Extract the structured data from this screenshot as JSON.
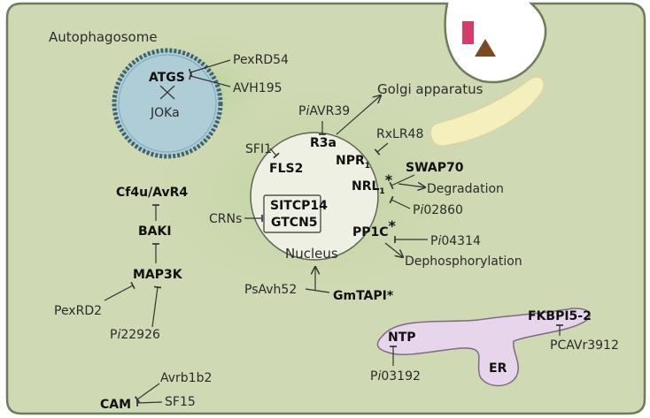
{
  "compartments": {
    "autophagosome": "Autophagosome",
    "golgi": "Golgi apparatus",
    "nucleus": "Nucleus",
    "er": "ER"
  },
  "autophagosome_labels": {
    "atgs": "ATGS",
    "jokA": "JOKa",
    "pexrd54": "PexRD54",
    "avh195": "AVH195"
  },
  "nucleus_labels": {
    "piavr39_pre": "P",
    "piavr39_italic": "i",
    "piavr39_post": "AVR39",
    "r3a": "R3a",
    "rxlr48": "RxLR48",
    "sfi1": "SFI1",
    "fls2": "FLS2",
    "npr1_main": "NPR",
    "npr1_sub": "1",
    "swap70": "SWAP70",
    "nrl1_main": "NRL",
    "nrl1_sub": "1",
    "nrl1_star": "*",
    "degradation": "Degradation",
    "pi02860_pre": "P",
    "pi02860_italic": "i",
    "pi02860_post": "02860",
    "sitcp14": "SITCP14",
    "gtcn5": "GTCN5",
    "crns": "CRNs",
    "pp1c": "PP1C",
    "pp1c_star": "*",
    "pi04314_pre": "P",
    "pi04314_italic": "i",
    "pi04314_post": "04314",
    "dephosphorylation": "Dephosphorylation",
    "psavh52": "PsAvh52",
    "gmtapi": "GmTAPI*"
  },
  "left_pathway": {
    "cf4u_avr4": "Cf4u/AvR4",
    "baki": "BAKI",
    "map3k": "MAP3K",
    "pexrd2": "PexRD2",
    "pi22926_pre": "P",
    "pi22926_italic": "i",
    "pi22926_post": "22926"
  },
  "cam_group": {
    "cam": "CAM",
    "avrb1b2": "Avrb1b2",
    "sf15": "SF15"
  },
  "er_labels": {
    "ntp": "NTP",
    "fkbpi52": "FKBPI5-2",
    "pcavr3912": "PCAVr3912",
    "pi03192_pre": "P",
    "pi03192_italic": "i",
    "pi03192_post": "03192"
  },
  "colors": {
    "cell_fill": "#cfd9b3",
    "cell_stroke": "#6f7a5e",
    "autophagosome_fill": "#aecdd6",
    "autophagosome_ring": "#3d6470",
    "nucleus_fill": "#eef0e4",
    "golgi_fill": "#f4efbd",
    "er_fill": "#e7d5ec",
    "er_stroke": "#7e6a88",
    "pathogen_red": "#d63c6a",
    "pathogen_brown": "#7a4a22"
  }
}
